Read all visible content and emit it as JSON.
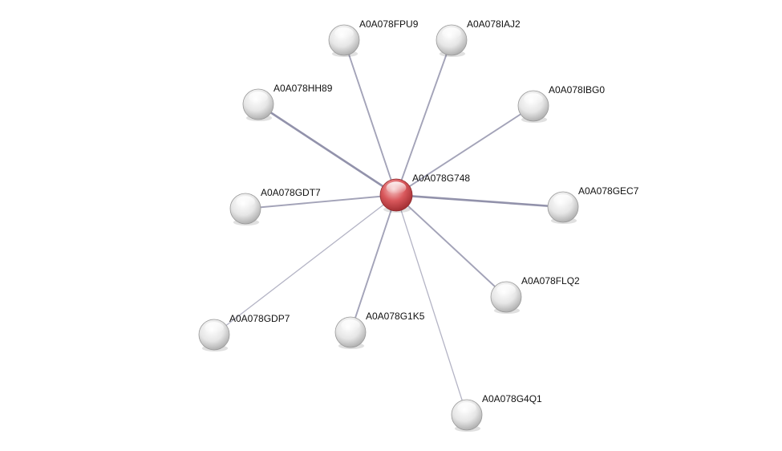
{
  "network": {
    "center": {
      "id": "center",
      "label": "A0A078G748",
      "color": "#d9585c"
    },
    "neighbor_color": "#d7d7d7",
    "edge_color": "#8c8ca6",
    "nodes": [
      {
        "id": "fpu9",
        "label": "A0A078FPU9"
      },
      {
        "id": "iaj2",
        "label": "A0A078IAJ2"
      },
      {
        "id": "hh89",
        "label": "A0A078HH89"
      },
      {
        "id": "ibg0",
        "label": "A0A078IBG0"
      },
      {
        "id": "gdt7",
        "label": "A0A078GDT7"
      },
      {
        "id": "gec7",
        "label": "A0A078GEC7"
      },
      {
        "id": "flq2",
        "label": "A0A078FLQ2"
      },
      {
        "id": "gdp7",
        "label": "A0A078GDP7"
      },
      {
        "id": "g1k5",
        "label": "A0A078G1K5"
      },
      {
        "id": "g4q1",
        "label": "A0A078G4Q1"
      }
    ],
    "edges": [
      {
        "from": "center",
        "to": "fpu9",
        "weight": "medium"
      },
      {
        "from": "center",
        "to": "iaj2",
        "weight": "medium"
      },
      {
        "from": "center",
        "to": "hh89",
        "weight": "strong"
      },
      {
        "from": "center",
        "to": "ibg0",
        "weight": "medium"
      },
      {
        "from": "center",
        "to": "gdt7",
        "weight": "medium"
      },
      {
        "from": "center",
        "to": "gec7",
        "weight": "strong"
      },
      {
        "from": "center",
        "to": "flq2",
        "weight": "medium"
      },
      {
        "from": "center",
        "to": "gdp7",
        "weight": "weak"
      },
      {
        "from": "center",
        "to": "g1k5",
        "weight": "medium"
      },
      {
        "from": "center",
        "to": "g4q1",
        "weight": "weak"
      }
    ]
  }
}
